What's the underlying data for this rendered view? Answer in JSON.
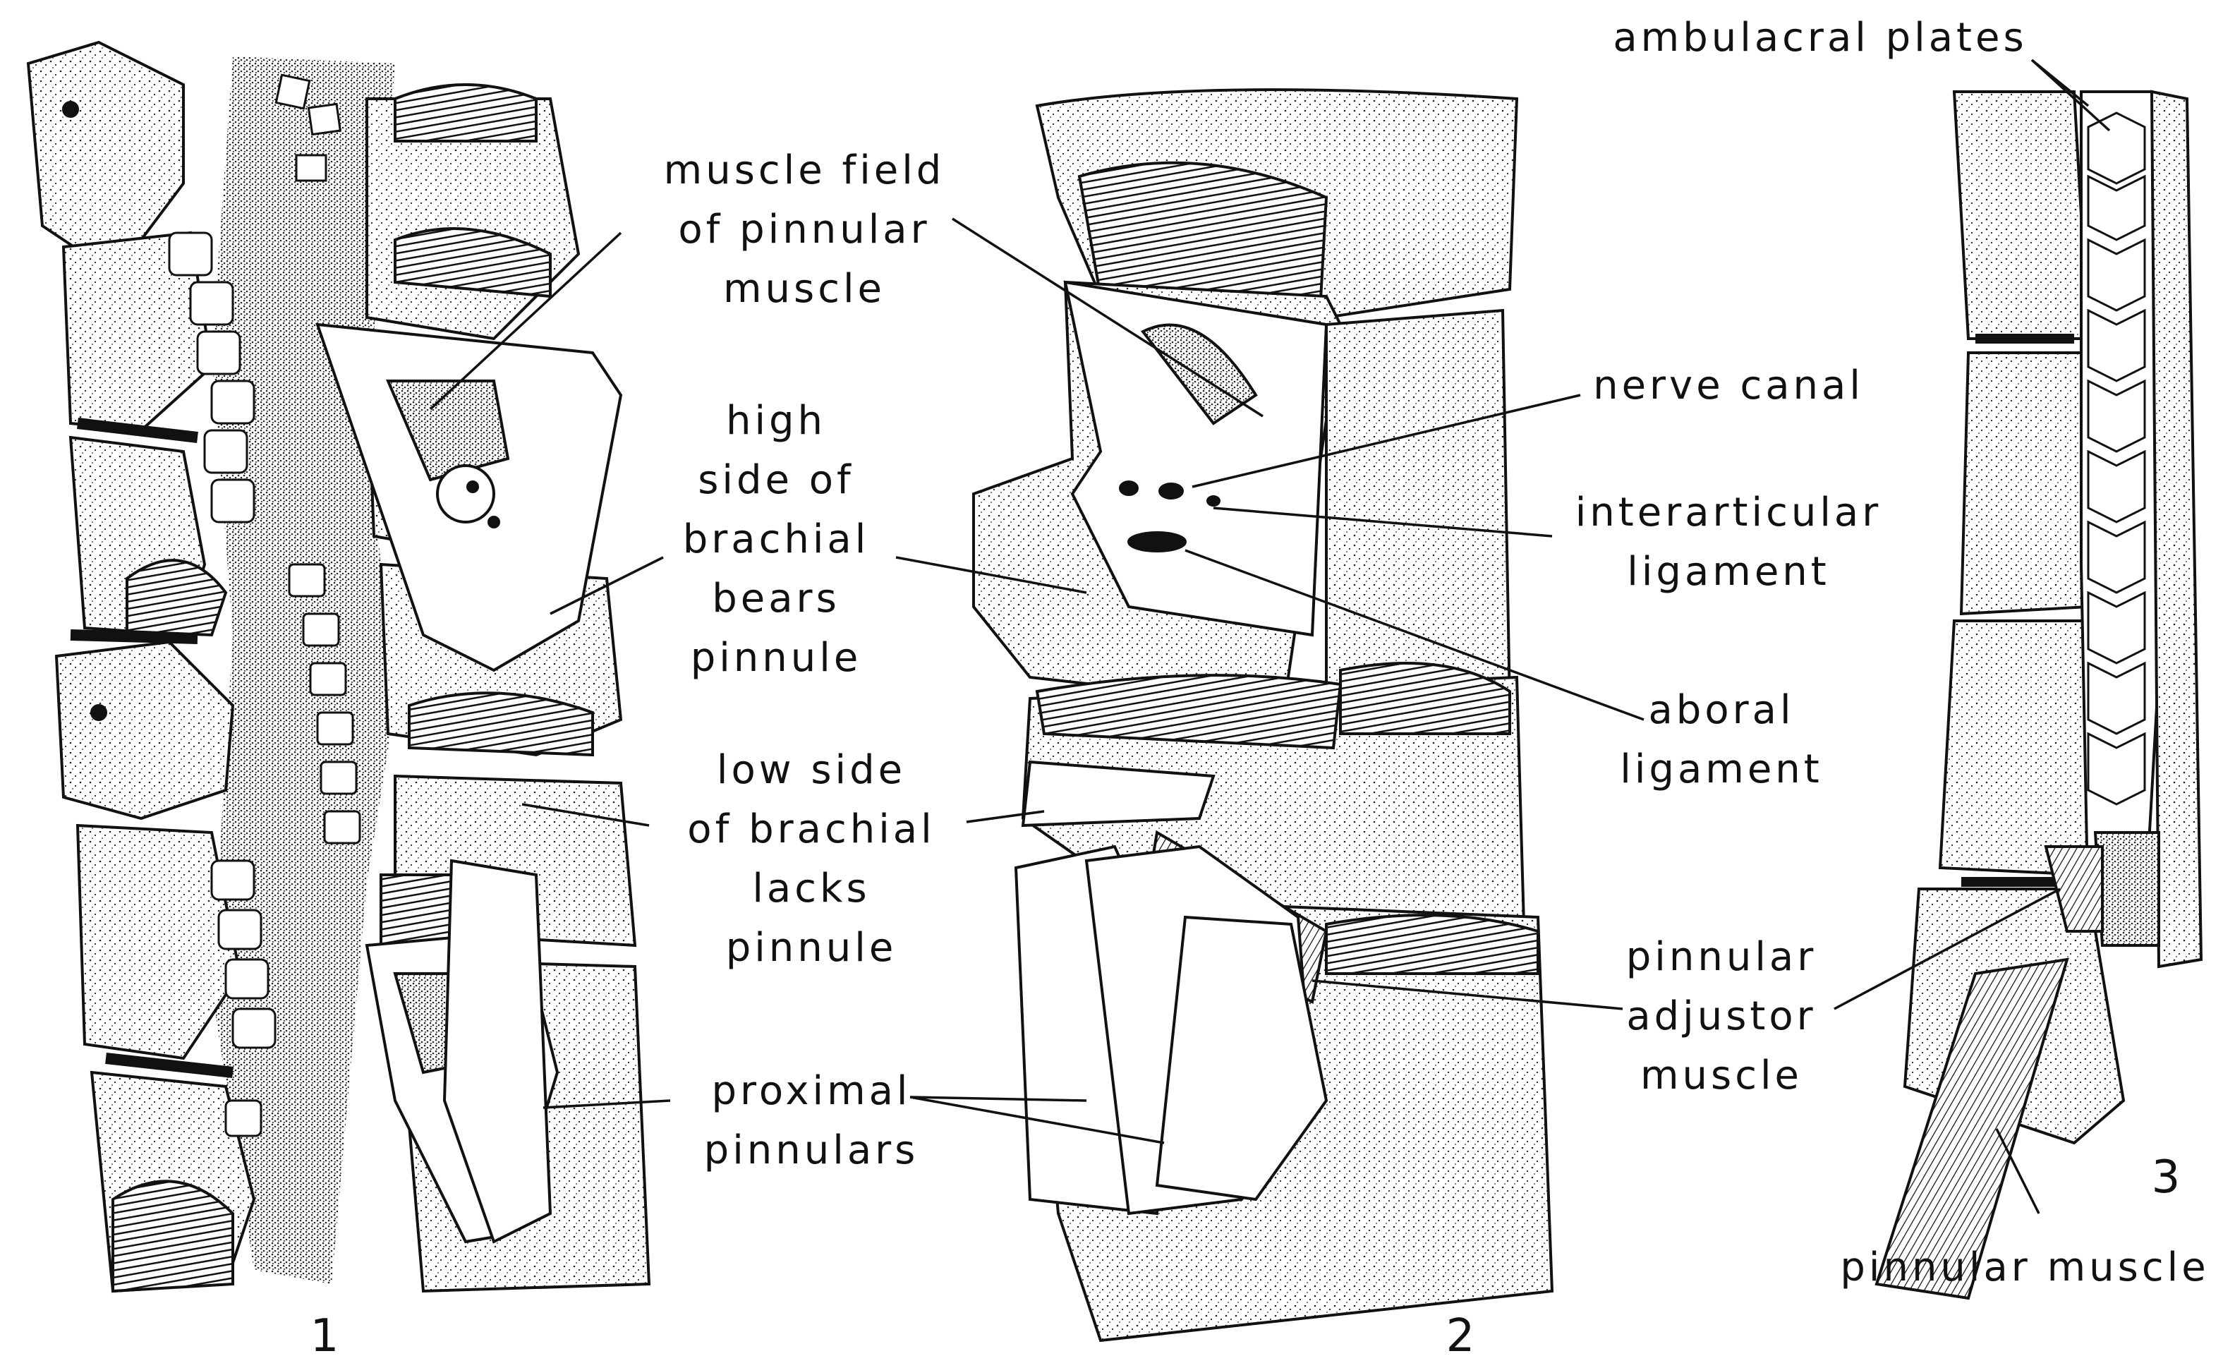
{
  "figure": {
    "labels": {
      "muscle_field": [
        "muscle field",
        "of pinnular",
        "muscle"
      ],
      "high_side": [
        "high",
        "side of",
        "brachial",
        "bears",
        "pinnule"
      ],
      "low_side": [
        "low side",
        "of brachial",
        "lacks",
        "pinnule"
      ],
      "proximal_pinnulars": [
        "proximal",
        "pinnulars"
      ],
      "nerve_canal": [
        "nerve canal"
      ],
      "interarticular_ligament": [
        "interarticular",
        "ligament"
      ],
      "aboral_ligament": [
        "aboral",
        "ligament"
      ],
      "pinnular_adjustor_muscle": [
        "pinnular",
        "adjustor",
        "muscle"
      ],
      "ambulacral_plates": [
        "ambulacral plates"
      ],
      "pinnular_muscle": [
        "pinnular muscle"
      ]
    },
    "panel_numbers": [
      "1",
      "2",
      "3"
    ]
  }
}
